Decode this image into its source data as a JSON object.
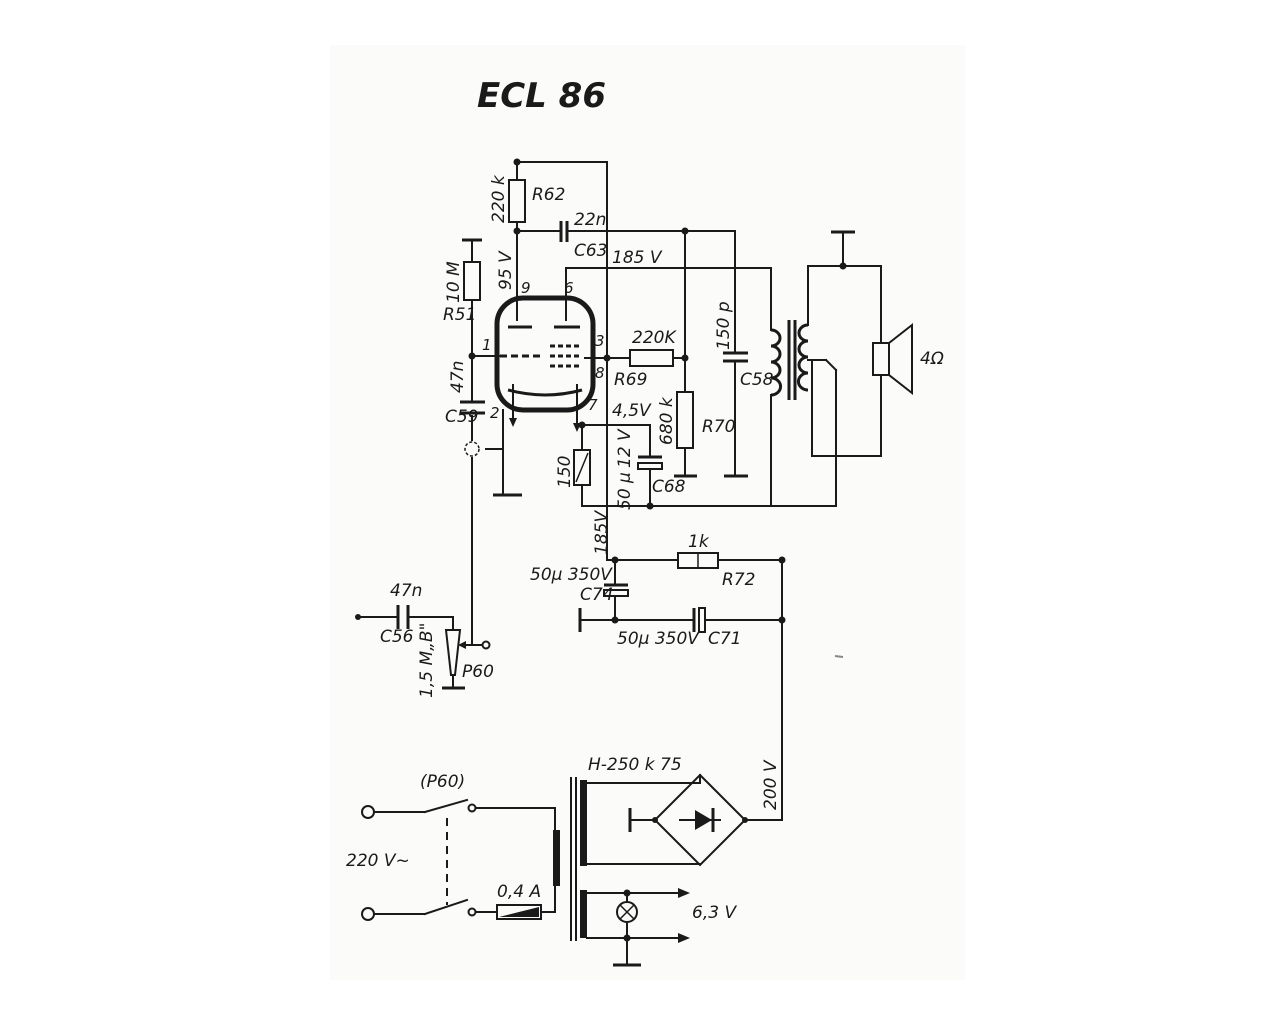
{
  "title": "ECL 86",
  "labels": {
    "r62_val": "220 k",
    "r62": "R62",
    "c63_val": "22n",
    "c63": "C63",
    "v185_top": "185 V",
    "v95": "95 V",
    "pin9": "9",
    "pin6": "6",
    "pin1": "1",
    "pin3": "3",
    "pin8": "8",
    "pin2": "2",
    "pin7": "7",
    "r51_val": "10 M",
    "r51": "R51",
    "c59_val": "47n",
    "c59": "C59",
    "r69_val": "220K",
    "r69": "R69",
    "r70_val": "680 k",
    "r70": "R70",
    "c58_val": "150 p",
    "c58": "C58",
    "spk": "4Ω",
    "v45": "4,5V",
    "v12": "12 V",
    "r150": "150",
    "c68_val": "50 μ",
    "c68": "C68",
    "v185_mid": "185V",
    "r72_val": "1k",
    "r72": "R72",
    "c74_val": "50μ 350V",
    "c74": "C74",
    "c71_val": "50μ 350V",
    "c71": "C71",
    "c56_val": "47n",
    "c56": "C56",
    "p60_val": "1,5 M„B\"",
    "p60": "P60",
    "xfmr": "H-250 k 75",
    "v200": "200 V",
    "sw": "(P60)",
    "mains": "220 V~",
    "fuse": "0,4 A",
    "heater": "6,3 V"
  }
}
